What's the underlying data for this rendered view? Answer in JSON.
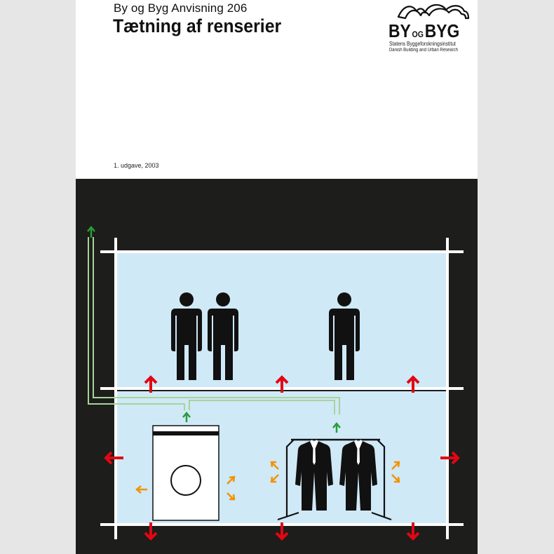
{
  "header": {
    "series": "By og Byg Anvisning 206",
    "title": "Tætning af renserier",
    "edition": "1. udgave, 2003"
  },
  "logo": {
    "mark_left": "BY",
    "mark_mid": "OG",
    "mark_right": "BYG",
    "line1": "Statens Byggeforskningsinstitut",
    "line2": "Danish Building and Urban Research"
  },
  "illustration": {
    "colors": {
      "background": "#1d1d1b",
      "room": "#cfe9f7",
      "wall": "#ffffff",
      "duct": "#a7d49a",
      "extract_arrow": "#2a9d3a",
      "leak_arrow": "#e30613",
      "emission_arrow": "#f39200",
      "figure": "#111111"
    },
    "icons": [
      "person-icon",
      "washing-machine-icon",
      "garment-rack-icon",
      "suit-icon"
    ]
  }
}
